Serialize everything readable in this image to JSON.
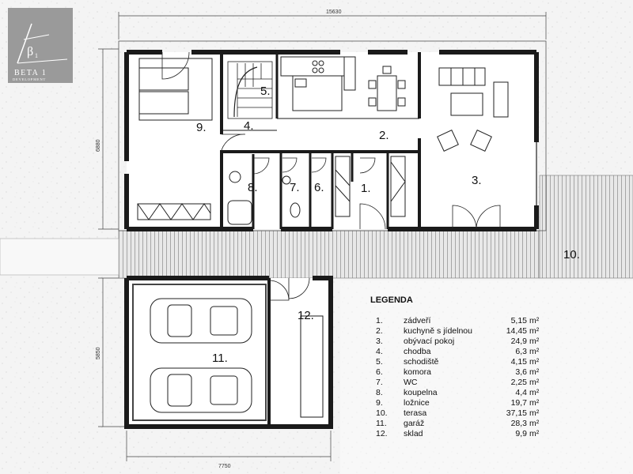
{
  "logo": {
    "symbol": "β",
    "subscript": "1",
    "name": "BETA 1",
    "tagline": "DEVELOPMENT"
  },
  "dimensions": {
    "total_width": "15630",
    "house_depth": "6880",
    "garage_depth": "5850",
    "garage_width": "7750"
  },
  "rooms": [
    {
      "id": "1",
      "label": "1."
    },
    {
      "id": "2",
      "label": "2."
    },
    {
      "id": "3",
      "label": "3."
    },
    {
      "id": "4",
      "label": "4."
    },
    {
      "id": "5",
      "label": "5."
    },
    {
      "id": "6",
      "label": "6."
    },
    {
      "id": "7",
      "label": "7."
    },
    {
      "id": "8",
      "label": "8."
    },
    {
      "id": "9",
      "label": "9."
    },
    {
      "id": "10",
      "label": "10."
    },
    {
      "id": "11",
      "label": "11."
    },
    {
      "id": "12",
      "label": "12."
    }
  ],
  "legend": {
    "title": "LEGENDA",
    "unit": "m²",
    "items": [
      {
        "num": "1.",
        "name": "zádveří",
        "area": "5,15"
      },
      {
        "num": "2.",
        "name": "kuchyně s jídelnou",
        "area": "14,45"
      },
      {
        "num": "3.",
        "name": "obývací pokoj",
        "area": "24,9"
      },
      {
        "num": "4.",
        "name": "chodba",
        "area": "6,3"
      },
      {
        "num": "5.",
        "name": "schodiště",
        "area": "4,15"
      },
      {
        "num": "6.",
        "name": "komora",
        "area": "3,6"
      },
      {
        "num": "7.",
        "name": "WC",
        "area": "2,25"
      },
      {
        "num": "8.",
        "name": "koupelna",
        "area": "4,4"
      },
      {
        "num": "9.",
        "name": "ložnice",
        "area": "19,7"
      },
      {
        "num": "10.",
        "name": "terasa",
        "area": "37,15"
      },
      {
        "num": "11.",
        "name": "garáž",
        "area": "28,3"
      },
      {
        "num": "12.",
        "name": "sklad",
        "area": "9,9"
      }
    ]
  },
  "colors": {
    "wall": "#1a1a1a",
    "floor": "#ffffff",
    "background": "#f4f4f4",
    "logo_bg": "#9a9a9a",
    "terrace": "#e6e6e6"
  }
}
